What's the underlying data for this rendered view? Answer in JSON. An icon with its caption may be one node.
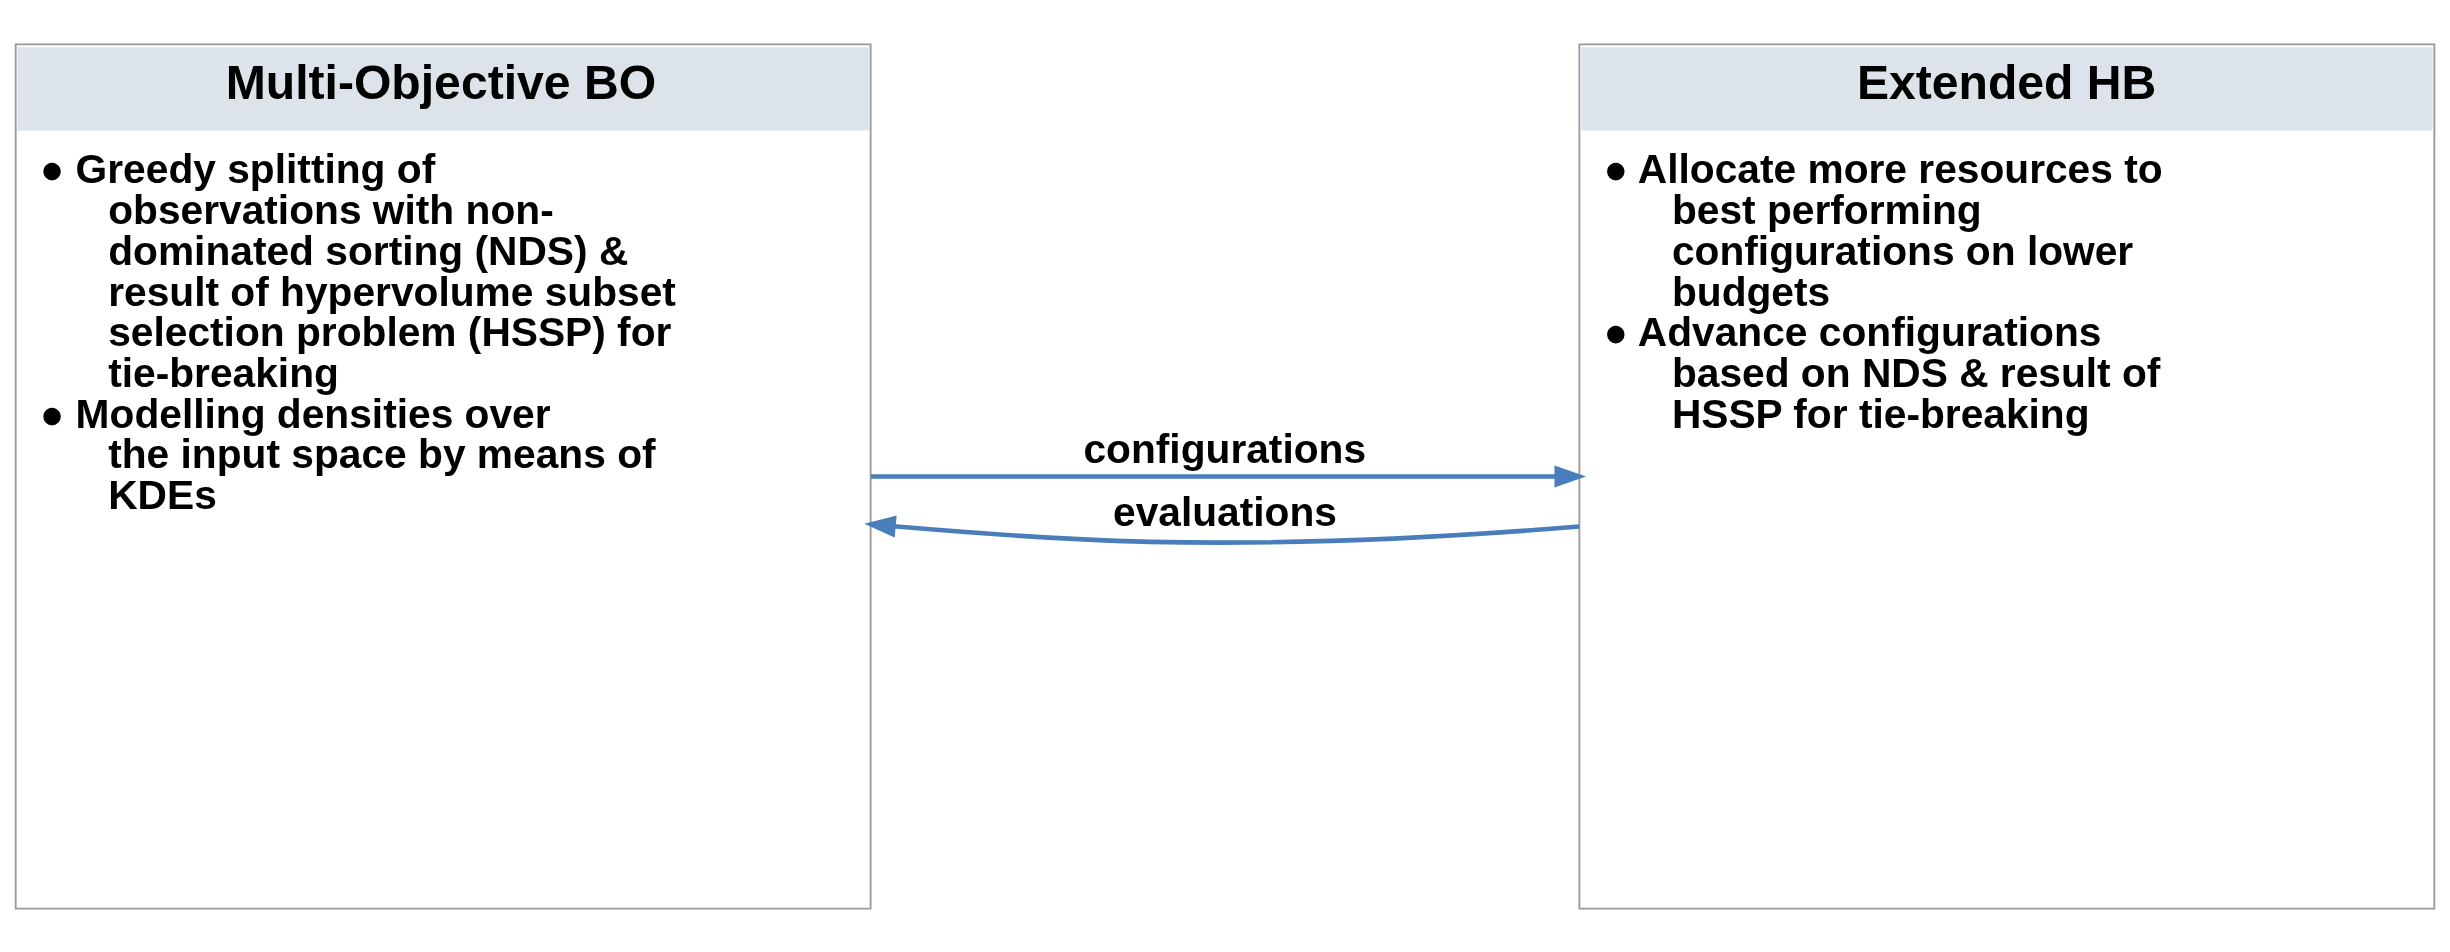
{
  "diagram": {
    "nodes": [
      {
        "text": [
          "Multi-Objective BO",
          "● Greedy splitting of observations with non-dominated sorting (NDS) & result of hypervolume subset selection problem (HSSP) for tie-breaking",
          "● Modelling densities over the input space by means of KDEs"
        ]
      },
      {
        "text": [
          "Extended HB",
          "● Allocate more resources to best performing configurations on lower budgets",
          "● Advance configurations based on NDS & result of HSSP for tie-breaking"
        ]
      }
    ],
    "edges": [
      {
        "from": 0,
        "to": 1,
        "arrow": "to",
        "label": "configurations"
      },
      {
        "from": 1,
        "to": 0,
        "arrow": "to",
        "label": "evaluations"
      }
    ]
  }
}
